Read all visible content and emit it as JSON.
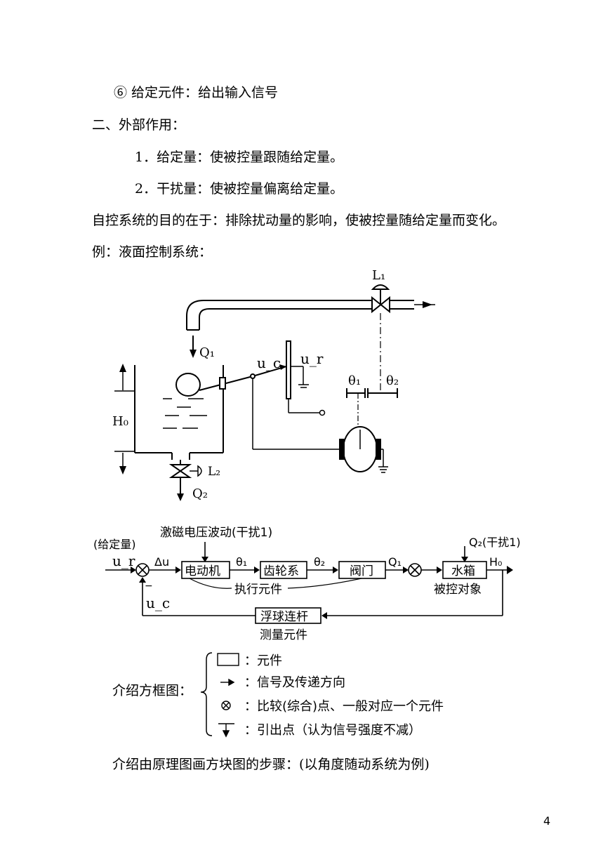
{
  "text": {
    "item6": "⑥ 给定元件：给出输入信号",
    "section2": "二、外部作用：",
    "point1": "1．给定量：使被控量跟随给定量。",
    "point2": "2．干扰量：使被控量偏离给定量。",
    "purpose": "自控系统的目的在于：排除扰动量的影响，使被控量随给定量而变化。",
    "example": "例：液面控制系统：",
    "steps": "介绍由原理图画方块图的步骤：(以角度随动系统为例)",
    "page_number": "4"
  },
  "schematic": {
    "L1": "L₁",
    "Q1": "Q₁",
    "uc": "u_c",
    "ur": "u_r",
    "theta1": "θ₁",
    "theta2": "θ₂",
    "H0": "H₀",
    "L2": "L₂",
    "Q2": "Q₂"
  },
  "block_diagram": {
    "disturbance_motor": "激磁电压波动(干扰1)",
    "given_label": "(给定量)",
    "q2_disturbance": "Q₂(干扰1)",
    "input": "u_r",
    "delta_u": "Δu",
    "minus": "−",
    "feedback_signal": "u_c",
    "theta1": "θ₁",
    "theta2": "θ₂",
    "q1": "Q₁",
    "output": "H₀",
    "blocks": [
      "电动机",
      "齿轮系",
      "阀门",
      "水箱",
      "浮球连杆"
    ],
    "actuator_label": "执行元件",
    "plant_label": "被控对象",
    "measure_label": "测量元件"
  },
  "legend": {
    "title": "介绍方框图：",
    "item_element": "：元件",
    "item_signal": "：信号及传递方向",
    "item_compare": "：比较(综合)点、一般对应一个元件",
    "item_pickoff": "：引出点（认为信号强度不减）"
  }
}
